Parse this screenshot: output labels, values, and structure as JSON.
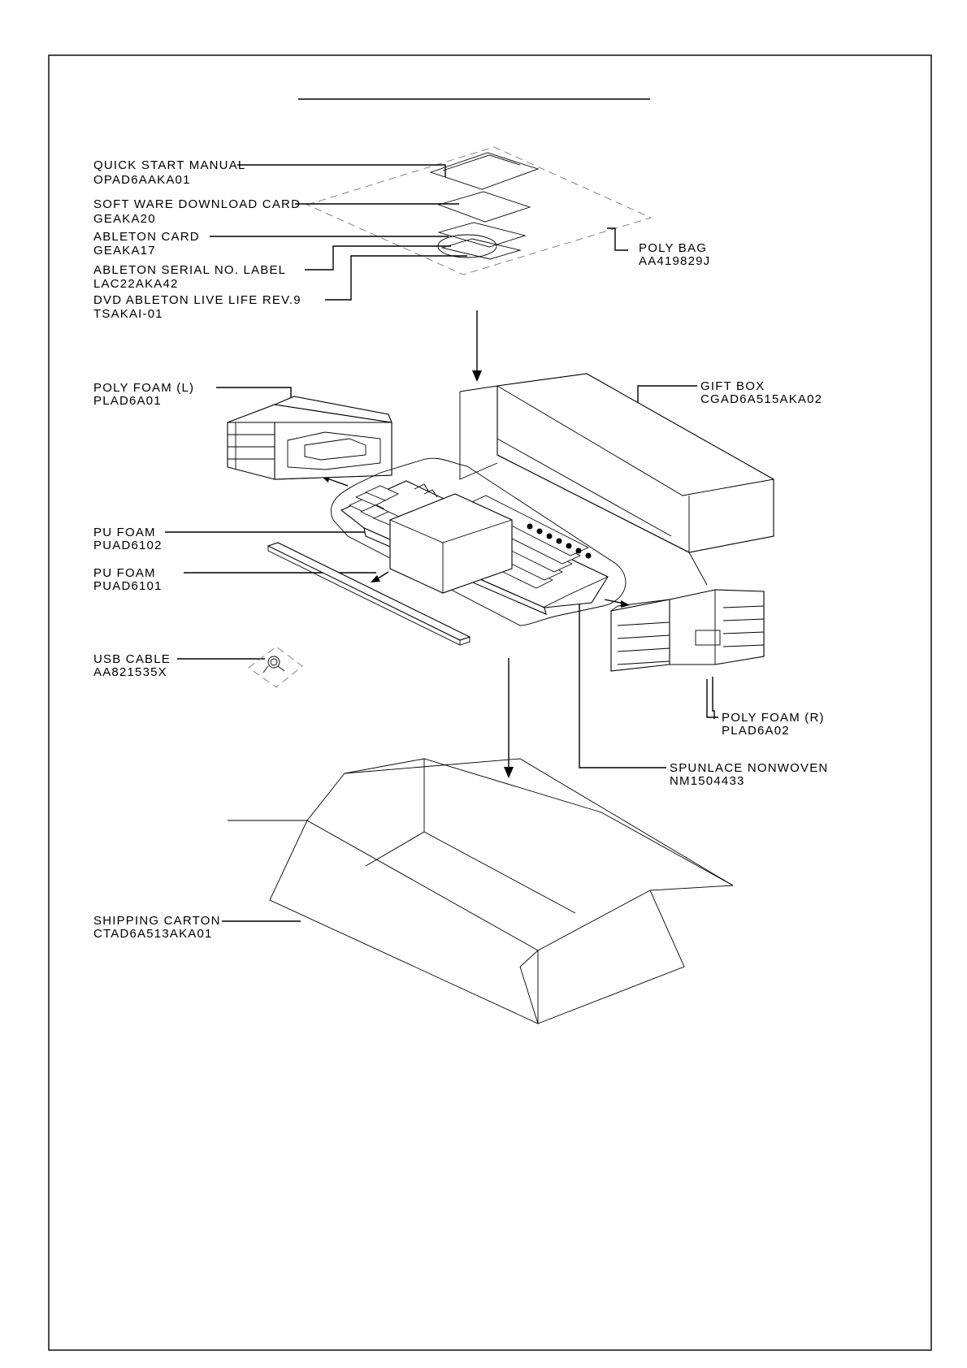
{
  "parts": [
    {
      "id": "quick-start-manual",
      "name": "QUICK START MANUAL",
      "part_no": "OPAD6AAKA01"
    },
    {
      "id": "software-download-card",
      "name": "SOFT WARE DOWNLOAD CARD",
      "part_no": "GEAKA20"
    },
    {
      "id": "ableton-card",
      "name": "ABLETON CARD",
      "part_no": "GEAKA17"
    },
    {
      "id": "ableton-serial-label",
      "name": "ABLETON SERIAL NO. LABEL",
      "part_no": "LAC22AKA42"
    },
    {
      "id": "dvd-ableton-live",
      "name": "DVD ABLETON LIVE LIFE REV.9",
      "part_no": "TSAKAI-01"
    },
    {
      "id": "poly-bag",
      "name": "POLY BAG",
      "part_no": "AA419829J"
    },
    {
      "id": "poly-foam-left",
      "name": "POLY FOAM (L)",
      "part_no": "PLAD6A01"
    },
    {
      "id": "gift-box",
      "name": "GIFT BOX",
      "part_no": "CGAD6A515AKA02"
    },
    {
      "id": "pu-foam-1",
      "name": "PU FOAM",
      "part_no": "PUAD6102"
    },
    {
      "id": "pu-foam-2",
      "name": "PU FOAM",
      "part_no": "PUAD6101"
    },
    {
      "id": "usb-cable",
      "name": "USB CABLE",
      "part_no": "AA821535X"
    },
    {
      "id": "poly-foam-right",
      "name": "POLY FOAM (R)",
      "part_no": "PLAD6A02"
    },
    {
      "id": "spunlace-nonwoven",
      "name": "SPUNLACE NONWOVEN",
      "part_no": "NM1504433"
    },
    {
      "id": "shipping-carton",
      "name": "SHIPPING CARTON",
      "part_no": "CTAD6A513AKA01"
    }
  ]
}
